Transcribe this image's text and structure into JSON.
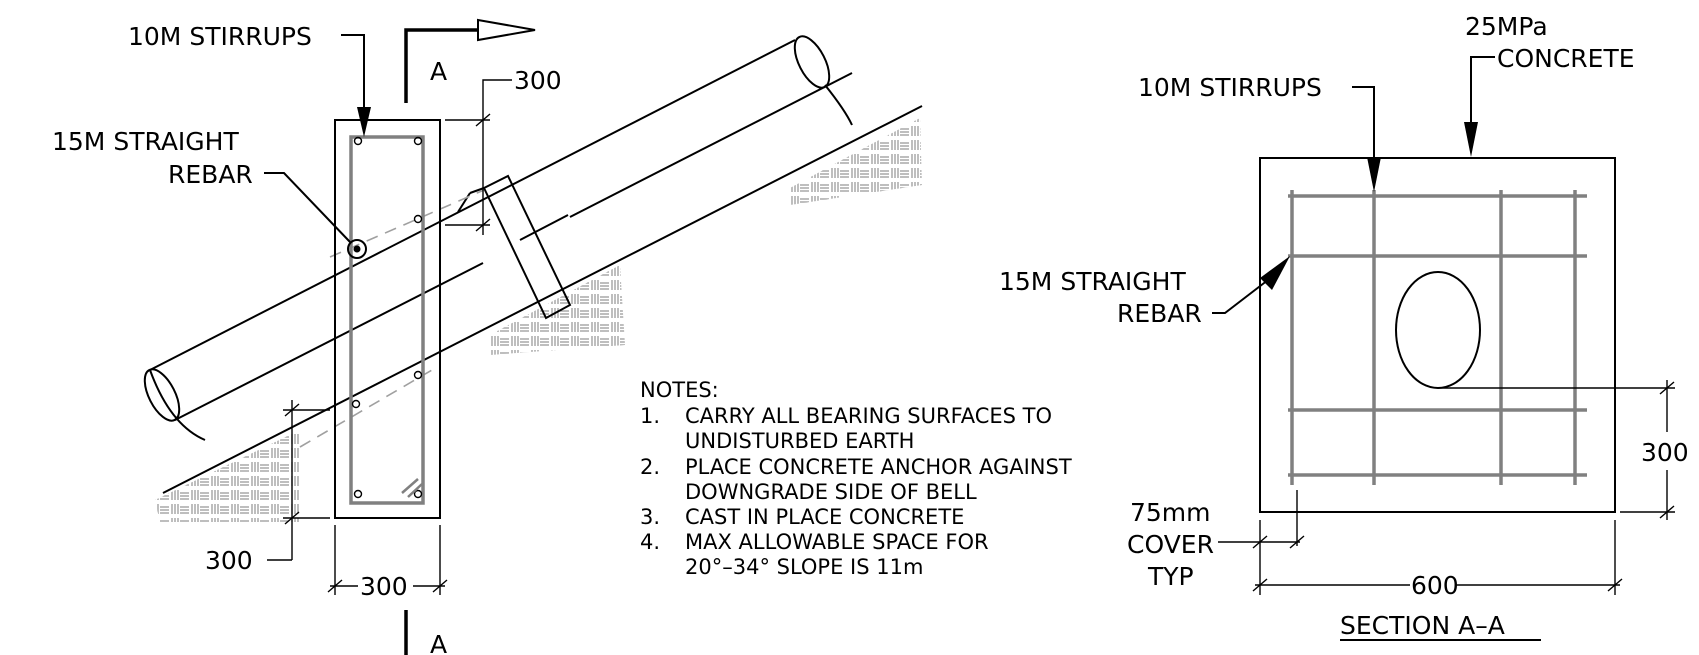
{
  "elevation": {
    "stirrups_label": "10M STIRRUPS",
    "rebar_label_line1": "15M STRAIGHT",
    "rebar_label_line2": "REBAR",
    "section_mark_top": "A",
    "section_mark_bottom": "A",
    "dim_top": "300",
    "dim_left": "300",
    "dim_width": "300"
  },
  "notes": {
    "heading": "NOTES:",
    "items": [
      {
        "num": "1.",
        "line1": "CARRY ALL BEARING SURFACES TO",
        "line2": "UNDISTURBED EARTH"
      },
      {
        "num": "2.",
        "line1": "PLACE CONCRETE ANCHOR AGAINST",
        "line2": "DOWNGRADE SIDE OF BELL"
      },
      {
        "num": "3.",
        "line1": "CAST IN PLACE CONCRETE",
        "line2": ""
      },
      {
        "num": "4.",
        "line1": "MAX ALLOWABLE SPACE FOR",
        "line2": "20°–34° SLOPE IS 11m"
      }
    ]
  },
  "section": {
    "concrete_line1": "25MPa",
    "concrete_line2": "CONCRETE",
    "stirrups_label": "10M STIRRUPS",
    "rebar_label_line1": "15M STRAIGHT",
    "rebar_label_line2": "REBAR",
    "cover_line1": "75mm",
    "cover_line2": "COVER",
    "cover_line3": "TYP",
    "dim_height": "300",
    "dim_width": "600",
    "title": "SECTION A–A"
  }
}
